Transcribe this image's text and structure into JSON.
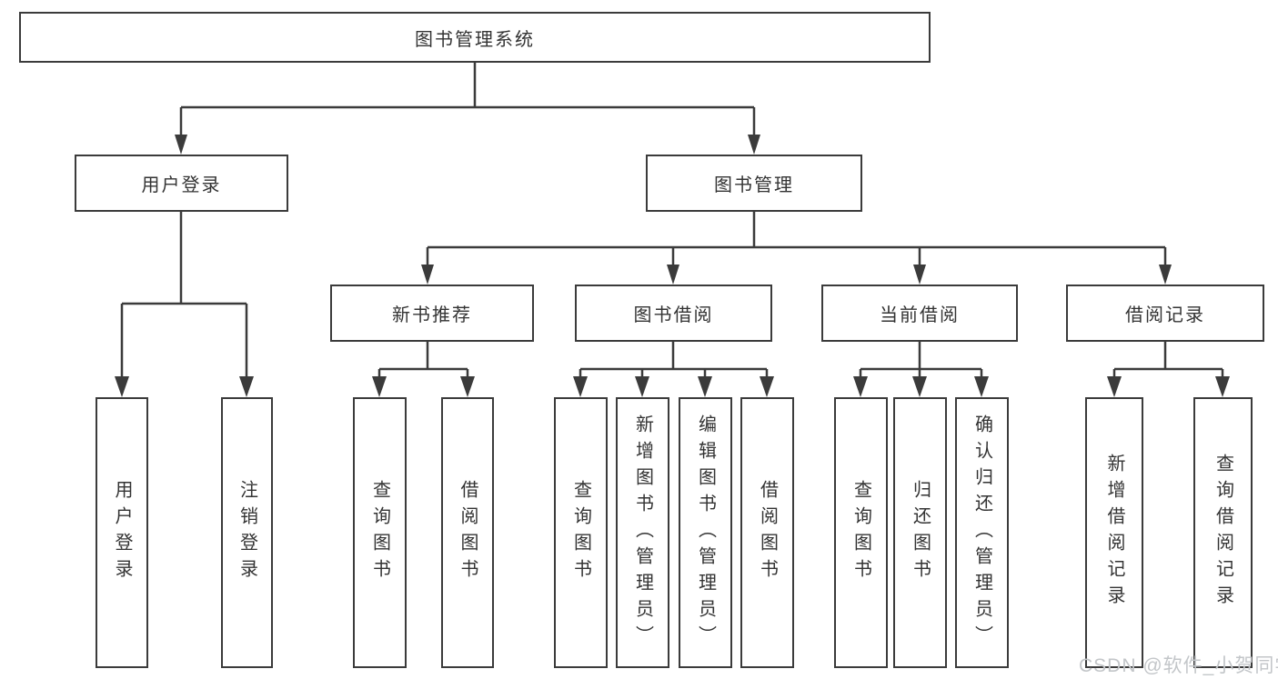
{
  "diagram": {
    "root": {
      "label": "图书管理系统"
    },
    "level2": {
      "user_login": {
        "label": "用户登录"
      },
      "book_mgmt": {
        "label": "图书管理"
      }
    },
    "level3": {
      "new_book_rec": {
        "label": "新书推荐"
      },
      "book_borrow": {
        "label": "图书借阅"
      },
      "current_borrow": {
        "label": "当前借阅"
      },
      "borrow_records": {
        "label": "借阅记录"
      }
    },
    "leaves": {
      "user_login": {
        "label": "用户登录"
      },
      "logout": {
        "label": "注销登录"
      },
      "query_book_rec": {
        "label": "查询图书"
      },
      "borrow_book_rec": {
        "label": "借阅图书"
      },
      "query_book_borrow": {
        "label": "查询图书"
      },
      "add_book_admin": {
        "label": "新增图书（管理员）"
      },
      "edit_book_admin": {
        "label": "编辑图书（管理员）"
      },
      "borrow_book_borrow": {
        "label": "借阅图书"
      },
      "query_book_current": {
        "label": "查询图书"
      },
      "return_book": {
        "label": "归还图书"
      },
      "confirm_return_admin": {
        "label": "确认归还（管理员）"
      },
      "add_borrow_record": {
        "label": "新增借阅记录"
      },
      "query_borrow_record": {
        "label": "查询借阅记录"
      }
    },
    "colors": {
      "line": "#3b3b3b",
      "text": "#333333",
      "box_background": "#ffffff",
      "watermark": "#c3c6c9",
      "background": "#ffffff"
    },
    "watermark": {
      "text": "CSDN @软件_小贺同学"
    }
  }
}
